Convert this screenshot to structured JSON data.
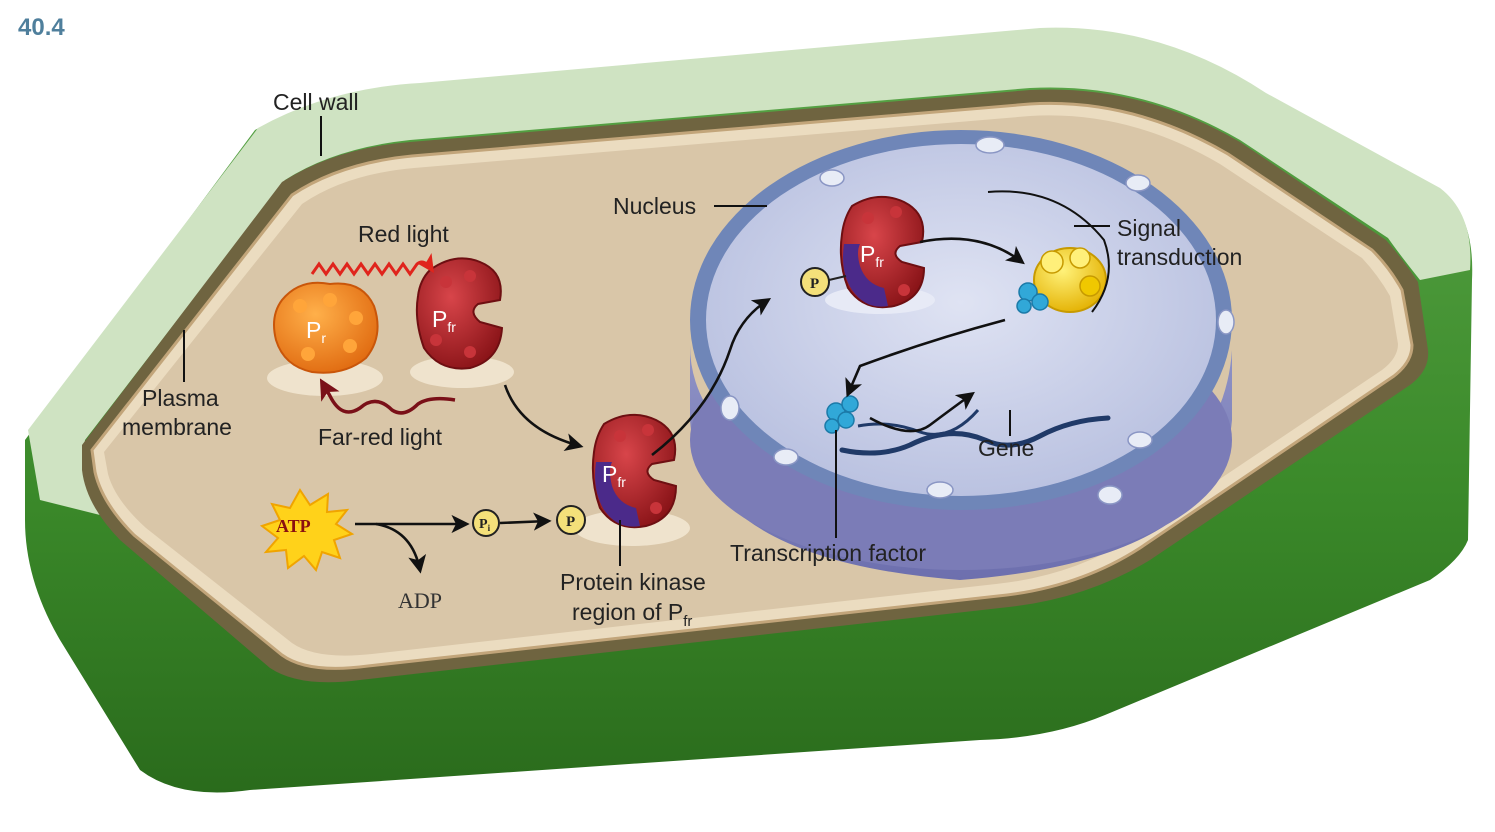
{
  "figure_number": "40.4",
  "labels": {
    "cell_wall": "Cell wall",
    "nucleus": "Nucleus",
    "red_light": "Red light",
    "signal_line1": "Signal",
    "signal_line2": "transduction",
    "plasma_line1": "Plasma",
    "plasma_line2": "membrane",
    "far_red_light": "Far-red light",
    "gene": "Gene",
    "transcription_factor": "Transcription factor",
    "kinase_line1": "Protein kinase",
    "kinase_line2_main": "region of P",
    "kinase_line2_sub": "fr",
    "atp": "ATP",
    "adp": "ADP"
  },
  "molecules": {
    "pr_main": "P",
    "pr_sub": "r",
    "pfr_main": "P",
    "pfr_sub": "fr",
    "phosphate": "P",
    "pi_main": "P",
    "pi_sub": "i"
  },
  "colors": {
    "figure_number": "#4f7f9c",
    "wall_outer": "#3f8a2e",
    "wall_light": "#cfe3c2",
    "cytoplasm": "#d9c6a8",
    "nucleus_top": "#c9cfe6",
    "nucleus_rim": "#6f86b8",
    "pr": "#f08a1e",
    "pfr": "#b3262a",
    "kinase": "#4b2a8a",
    "phosphate": "#f4e07a",
    "atp_burst": "#ffd21a",
    "red_wave": "#e0241c",
    "far_red_wave": "#7a1018",
    "signal_protein": "#f5c800",
    "transcription_factor": "#31a8d8",
    "dna": "#203a68"
  }
}
